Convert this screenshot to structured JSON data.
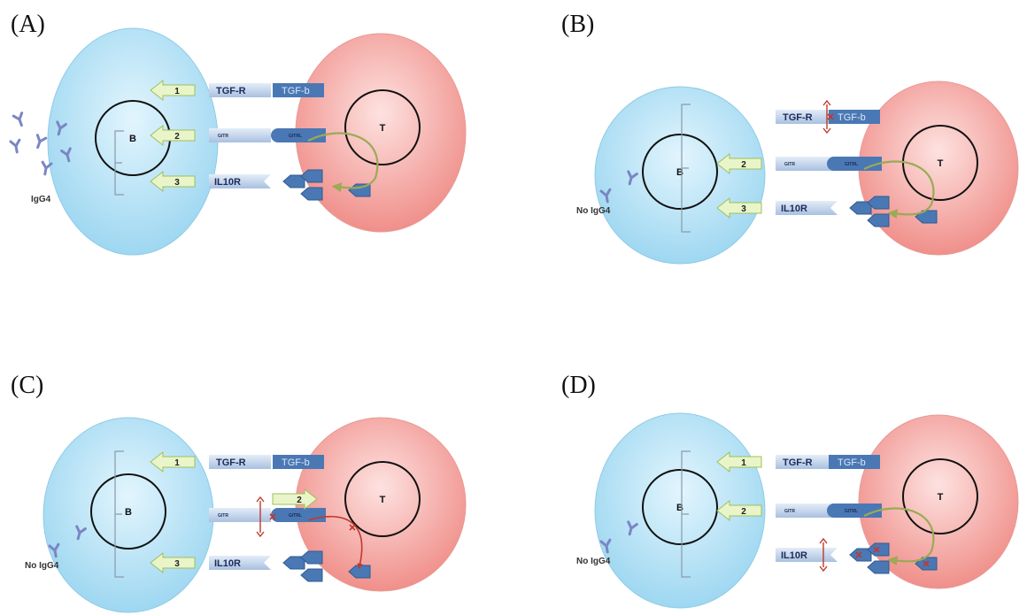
{
  "panels": [
    {
      "id": "A",
      "label": "(A)",
      "b_cell": "B",
      "t_cell": "T",
      "receptors": [
        "TGF-R",
        "GITR",
        "IL10R"
      ],
      "ligands": [
        "TGF-b",
        "GITRL"
      ],
      "signals": [
        "1",
        "2",
        "3"
      ],
      "igg_label": "IgG4",
      "blocked": []
    },
    {
      "id": "B",
      "label": "(B)",
      "b_cell": "B",
      "t_cell": "T",
      "receptors": [
        "TGF-R",
        "GITR",
        "IL10R"
      ],
      "ligands": [
        "TGF-b",
        "GITRL"
      ],
      "signals": [
        "2",
        "3"
      ],
      "igg_label": "No IgG4",
      "blocked": [
        "TGF-b"
      ]
    },
    {
      "id": "C",
      "label": "(C)",
      "b_cell": "B",
      "t_cell": "T",
      "receptors": [
        "TGF-R",
        "GITR",
        "IL10R"
      ],
      "ligands": [
        "TGF-b",
        "GITRL"
      ],
      "signals": [
        "1",
        "2",
        "3"
      ],
      "igg_label": "No IgG4",
      "blocked": [
        "GITR"
      ]
    },
    {
      "id": "D",
      "label": "(D)",
      "b_cell": "B",
      "t_cell": "T",
      "receptors": [
        "TGF-R",
        "GITR",
        "IL10R"
      ],
      "ligands": [
        "TGF-b",
        "GITRL"
      ],
      "signals": [
        "1",
        "2"
      ],
      "igg_label": "No IgG4",
      "blocked": [
        "IL10"
      ]
    }
  ],
  "colors": {
    "b_cell": "#bfe6f7",
    "t_cell": "#f6b3b0",
    "receptor": "#b9cde8",
    "ligand": "#4a78b4",
    "signal_arrow": "#e9f5c9",
    "curve": "#9aaa55",
    "block": "#c0392b",
    "antibody": "#7a86c4"
  }
}
